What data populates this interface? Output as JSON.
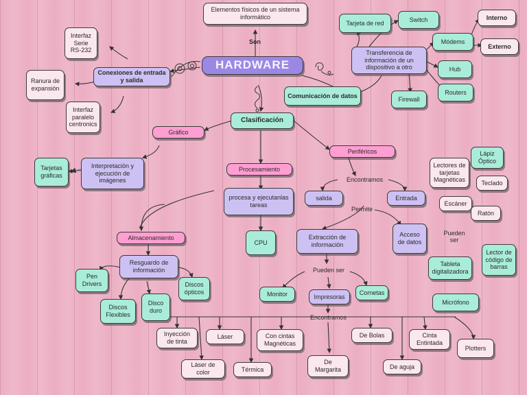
{
  "title": "HARDWARE",
  "connectors": {
    "son": "Son",
    "encontramos_top": "Encontramos",
    "permite": "Permite",
    "pueden_ser_right": "Pueden ser",
    "pueden_ser_center": "Pueden ser",
    "encontramos_bottom": "Encontramos"
  },
  "nodes": {
    "elementos": "Elementos físicos de un sistema informático",
    "conexiones": "Conexiones de entrada y salida",
    "interfaz_serie": "Interfaz Serie RS-232",
    "ranura": "Ranura de expansión",
    "interfaz_paralelo": "Interfaz paralelo centronics",
    "comunicacion": "Comunicación de datos",
    "transferencia": "Transferencia de información de un dispositivo a otro",
    "tarjeta_red": "Tarjeta de red",
    "switch": "Switch",
    "modems": "Módems",
    "interno": "Interno",
    "externo": "Externo",
    "hub": "Hub",
    "routers": "Routers",
    "firewall": "Firewall",
    "clasificacion": "Clasificación",
    "grafico": "Gráfico",
    "interpretacion": "Interpretación y ejecución de imágenes",
    "tarjetas_graficas": "Tarjetas gráficas",
    "procesamiento": "Procesamiento",
    "procesa": "procesa y ejecutanlas tareas",
    "cpu": "CPU",
    "perifericos": "Periféricos",
    "salida": "salida",
    "entrada": "Entrada",
    "acceso": "Acceso de datos",
    "extraccion": "Extracción de información",
    "almacenamiento": "Almacenamiento",
    "resguardo": "Resguardo de información",
    "pen": "Pen Drivers",
    "disquetes": "Discos Flexibles",
    "disco_duro": "Disco duro",
    "opticos": "Discos ópticos",
    "lapiz": "Lápiz Óptico",
    "lectores": "Lectores de tarjetas Magnéticas",
    "teclado": "Teclado",
    "escaner": "Escáner",
    "raton": "Ratón",
    "lector_codigo": "Lector de código de barras",
    "tableta": "Tableta digitalizadora",
    "microfono": "Micrófono",
    "monitor": "Monitor",
    "impresoras": "Impresoras",
    "cornetas": "Cornetas",
    "inyeccion": "Inyección de tinta",
    "laser": "Láser",
    "cintas": "Con cintas Magnéticas",
    "debolas": "De Bolas",
    "cinta_entintada": "Cinta Entintada",
    "plotters": "Plotters",
    "laser_color": "Láser de color",
    "termica": "Térmica",
    "margarita": "De Margarita",
    "aguja": "De aguja"
  },
  "colors": {
    "mint": "#a9ecd9",
    "pink": "#ff9ed2",
    "lavender": "#cdc1f3",
    "hardware": "#9b88e5",
    "background": "#ecaec3"
  }
}
